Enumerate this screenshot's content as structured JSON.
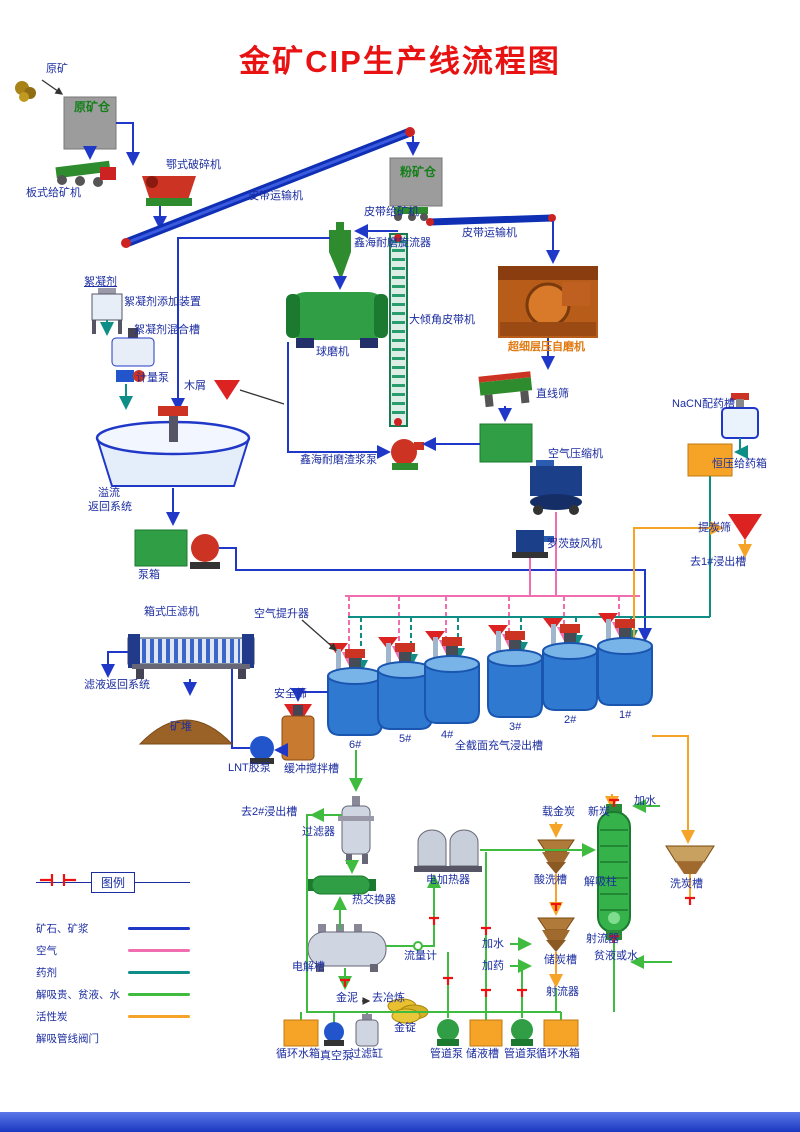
{
  "title": "金矿CIP生产线流程图",
  "labels": {
    "raw_ore": "原矿",
    "raw_ore_bin": "原矿仓",
    "plate_feeder": "板式给矿机",
    "jaw_crusher": "鄂式破碎机",
    "belt_conveyor_1": "皮带运输机",
    "fine_ore_bin": "粉矿仓",
    "belt_feeder": "皮带给矿机",
    "belt_conveyor_2": "皮带运输机",
    "cyclone": "鑫海耐磨旋流器",
    "flocculant": "絮凝剂",
    "flocculant_device": "絮凝剂添加装置",
    "flocculant_tank": "絮凝剂混合槽",
    "metering_pump": "计量泵",
    "ball_mill": "球磨机",
    "incline_belt": "大倾角皮带机",
    "autogenous_mill": "超细层压自磨机",
    "linear_screen": "直线筛",
    "wood_chips": "木屑",
    "slurry_pump": "鑫海耐磨渣浆泵",
    "overflow_return_1": "溢流",
    "overflow_return_2": "返回系统",
    "pump_box": "泵箱",
    "air_compressor": "空气压缩机",
    "roots_blower": "罗茨鼓风机",
    "nacn_tank": "NaCN配药槽",
    "dosing_box": "恒压给药箱",
    "carbon_screen": "提炭筛",
    "to_tank_1": "去1#浸出槽",
    "filter_press": "箱式压滤机",
    "filtrate_return": "滤液返回系统",
    "ore_pile": "矿堆",
    "air_lifter": "空气提升器",
    "safety_screen": "安全筛",
    "lnt_pump": "LNT胶泵",
    "buffer_tank": "缓冲搅拌槽",
    "tank_6": "6#",
    "tank_5": "5#",
    "tank_4": "4#",
    "tank_3": "3#",
    "tank_2": "2#",
    "tank_1": "1#",
    "leach_tanks": "全截面充气浸出槽",
    "to_tank_2": "去2#浸出槽",
    "filter": "过滤器",
    "electric_heater": "电加热器",
    "heat_exchanger": "热交换器",
    "electrolysis_cell": "电解槽",
    "flow_meter": "流量计",
    "gold_mud": "金泥",
    "to_smelting": "去冶炼",
    "gold_ingot": "金锭",
    "loaded_carbon": "载金炭",
    "new_carbon": "新炭",
    "acid_tank": "酸洗槽",
    "desorption_column": "解吸柱",
    "add_water_top": "加水",
    "carbon_wash_tank": "洗炭槽",
    "jet_1": "射流器",
    "lean_liquid": "贫液或水",
    "carbon_storage_tank": "储炭槽",
    "add_water_2": "加水",
    "add_reagent": "加药",
    "jet_2": "射流器",
    "circulating_tank_1": "循环水箱",
    "vacuum_pump": "真空泵",
    "filter_cylinder": "过滤缸",
    "pipeline_pump_1": "管道泵",
    "storage_tank": "储液槽",
    "pipeline_pump_2": "管道泵",
    "circulating_tank_2": "循环水箱"
  },
  "legend": {
    "title": "图例",
    "items": [
      {
        "label": "矿石、矿浆",
        "color": "#2038c8"
      },
      {
        "label": "空气",
        "color": "#f06db0"
      },
      {
        "label": "药剂",
        "color": "#0e8e86"
      },
      {
        "label": "解吸贵、贫液、水",
        "color": "#3fbb3f"
      },
      {
        "label": "活性炭",
        "color": "#f6a427"
      },
      {
        "label": "解吸管线阀门",
        "color": "#ee1111"
      }
    ]
  },
  "colors": {
    "title": "#e81212",
    "ore_line": "#2038c8",
    "air_line": "#f06db0",
    "reagent_line": "#0e8e86",
    "water_line": "#3fbb3f",
    "carbon_line": "#f6a427",
    "valve": "#ee1111"
  }
}
